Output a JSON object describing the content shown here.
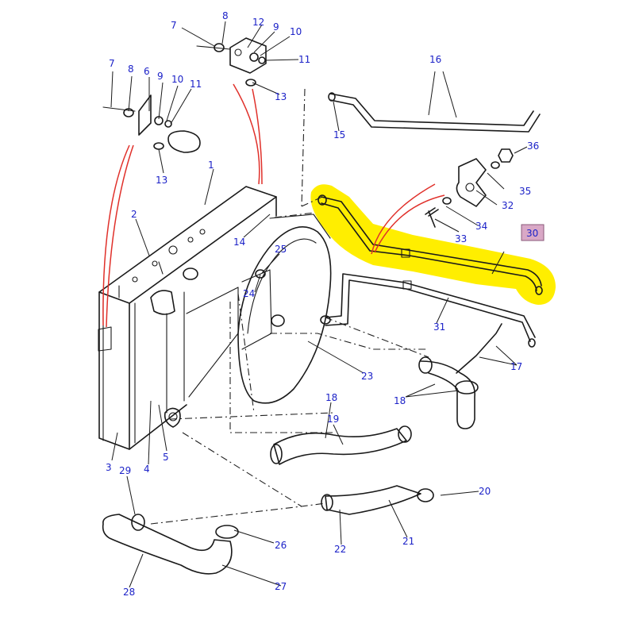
{
  "diagram": {
    "highlight_color": "#ffee00",
    "label_color": "#1c22c8",
    "leader_color": "#e0302a",
    "selected_part": {
      "label": "30",
      "box_color": "#d9a8c6"
    },
    "callouts": [
      {
        "id": "c1",
        "label": "1"
      },
      {
        "id": "c2",
        "label": "2"
      },
      {
        "id": "c3",
        "label": "3"
      },
      {
        "id": "c4",
        "label": "4"
      },
      {
        "id": "c5",
        "label": "5"
      },
      {
        "id": "c6",
        "label": "6"
      },
      {
        "id": "c7a",
        "label": "7"
      },
      {
        "id": "c7b",
        "label": "7"
      },
      {
        "id": "c8a",
        "label": "8"
      },
      {
        "id": "c8b",
        "label": "8"
      },
      {
        "id": "c9a",
        "label": "9"
      },
      {
        "id": "c9b",
        "label": "9"
      },
      {
        "id": "c10a",
        "label": "10"
      },
      {
        "id": "c10b",
        "label": "10"
      },
      {
        "id": "c11a",
        "label": "11"
      },
      {
        "id": "c11b",
        "label": "11"
      },
      {
        "id": "c12",
        "label": "12"
      },
      {
        "id": "c13a",
        "label": "13"
      },
      {
        "id": "c13b",
        "label": "13"
      },
      {
        "id": "c14",
        "label": "14"
      },
      {
        "id": "c15",
        "label": "15"
      },
      {
        "id": "c16",
        "label": "16"
      },
      {
        "id": "c17",
        "label": "17"
      },
      {
        "id": "c18a",
        "label": "18"
      },
      {
        "id": "c18b",
        "label": "18"
      },
      {
        "id": "c19",
        "label": "19"
      },
      {
        "id": "c20",
        "label": "20"
      },
      {
        "id": "c21",
        "label": "21"
      },
      {
        "id": "c22",
        "label": "22"
      },
      {
        "id": "c23",
        "label": "23"
      },
      {
        "id": "c24",
        "label": "24"
      },
      {
        "id": "c25",
        "label": "25"
      },
      {
        "id": "c26",
        "label": "26"
      },
      {
        "id": "c27",
        "label": "27"
      },
      {
        "id": "c28",
        "label": "28"
      },
      {
        "id": "c29",
        "label": "29"
      },
      {
        "id": "c31",
        "label": "31"
      },
      {
        "id": "c32",
        "label": "32"
      },
      {
        "id": "c33",
        "label": "33"
      },
      {
        "id": "c34",
        "label": "34"
      },
      {
        "id": "c35",
        "label": "35"
      },
      {
        "id": "c36",
        "label": "36"
      }
    ]
  }
}
